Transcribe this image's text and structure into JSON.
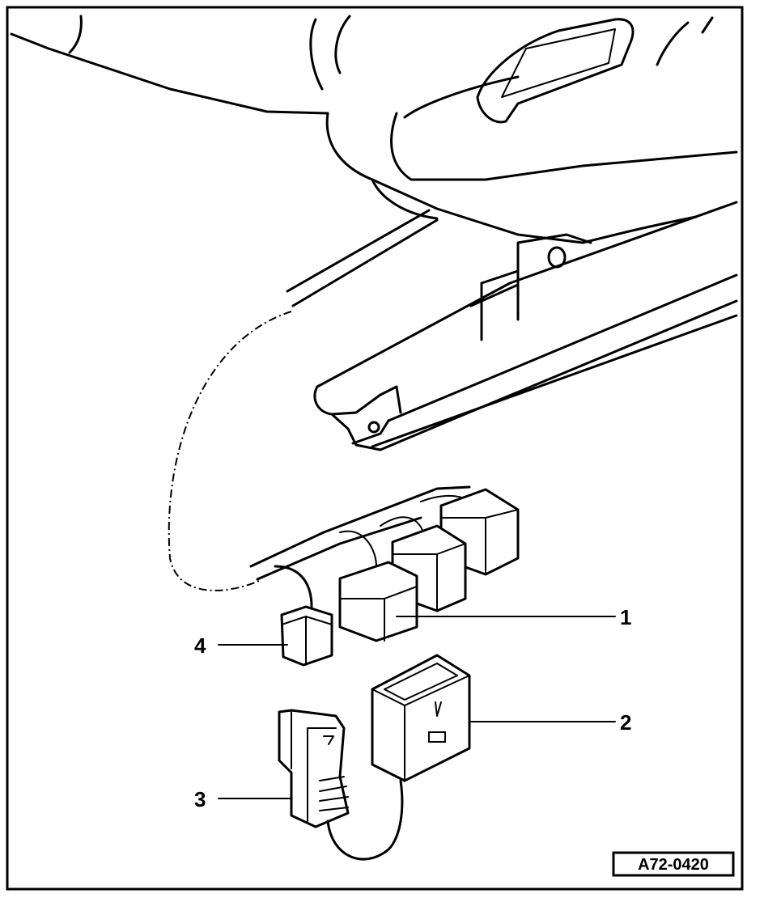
{
  "figure": {
    "id_label": "A72-0420"
  },
  "callouts": [
    {
      "number": "1",
      "part": "connector-group"
    },
    {
      "number": "2",
      "part": "single-connector"
    },
    {
      "number": "3",
      "part": "plug-connector"
    },
    {
      "number": "4",
      "part": "small-connector"
    }
  ],
  "colors": {
    "line": "#000000",
    "background": "#ffffff"
  }
}
